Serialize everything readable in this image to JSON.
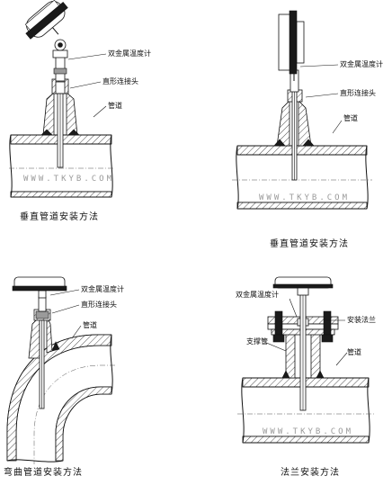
{
  "watermark": "WWW.TKYB.COM",
  "panels": [
    {
      "caption": "垂直管道安装方法",
      "labels": {
        "thermometer": "双金属温度计",
        "connector": "直形连接头",
        "pipe": "管道"
      }
    },
    {
      "caption": "垂直管道安装方法",
      "labels": {
        "thermometer": "双金属温度计",
        "connector": "直形连接头",
        "pipe": "管道"
      }
    },
    {
      "caption": "弯曲管道安装方法",
      "labels": {
        "thermometer": "双金属温度计",
        "connector": "直形连接头",
        "pipe": "管道"
      }
    },
    {
      "caption": "法兰安装方法",
      "labels": {
        "thermometer": "双金属温度计",
        "flange": "安装法兰",
        "support": "支撑管",
        "pipe": "管道"
      }
    }
  ]
}
